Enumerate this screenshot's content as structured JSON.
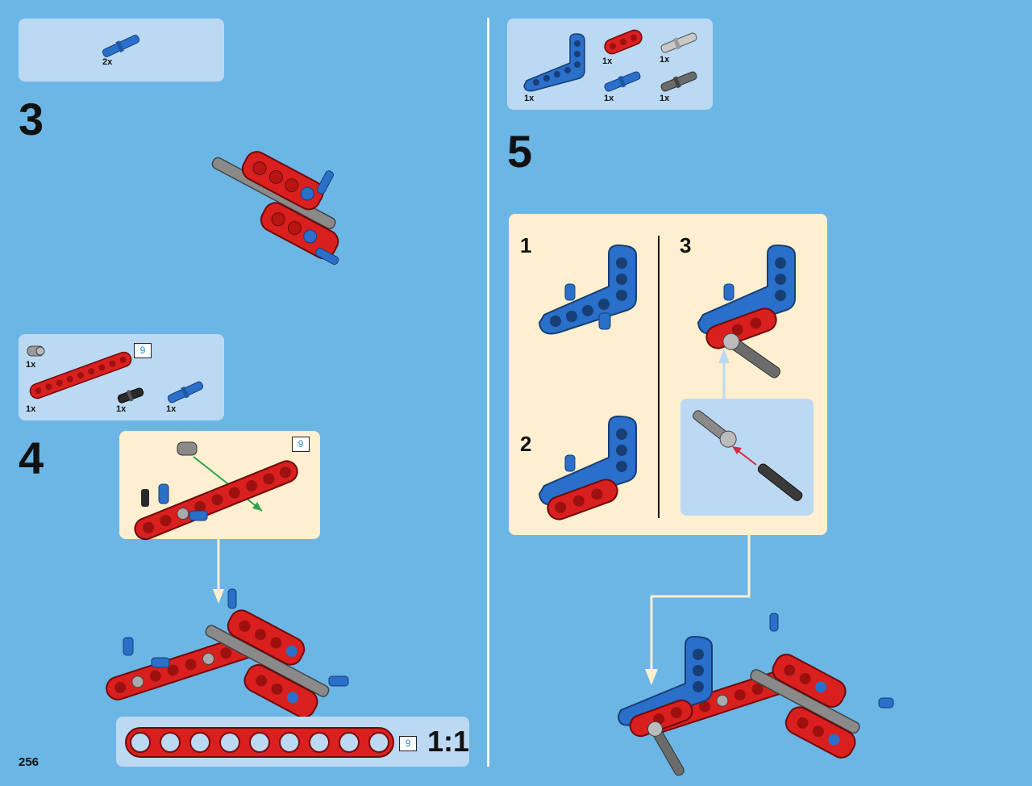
{
  "page_number": "256",
  "scale_label": "1:1",
  "colors": {
    "background": "#6cb6e6",
    "parts_box": "#bcd9f3",
    "subassembly_box": "#fdefcf",
    "red_beam": "#d9201e",
    "blue_part": "#2a6fc9",
    "gray_part": "#8c8c8c"
  },
  "step3": {
    "number": "3",
    "parts": [
      {
        "name": "blue-axle-pin",
        "qty": "2x"
      }
    ]
  },
  "step4": {
    "number": "4",
    "parts": [
      {
        "name": "gray-bush",
        "qty": "1x"
      },
      {
        "name": "red-beam-9",
        "qty": "1x",
        "length": "9"
      },
      {
        "name": "black-pin",
        "qty": "1x"
      },
      {
        "name": "blue-axle-pin",
        "qty": "1x"
      }
    ],
    "subassembly_length": "9"
  },
  "step5": {
    "number": "5",
    "parts": [
      {
        "name": "blue-angle-beam",
        "qty": "1x"
      },
      {
        "name": "red-beam-3",
        "qty": "1x"
      },
      {
        "name": "light-gray-pin",
        "qty": "1x"
      },
      {
        "name": "blue-axle-pin",
        "qty": "1x"
      },
      {
        "name": "dark-gray-axle-pin",
        "qty": "1x"
      }
    ],
    "substeps": [
      "1",
      "2",
      "3"
    ]
  },
  "ruler": {
    "holes": 9,
    "length": "9"
  }
}
